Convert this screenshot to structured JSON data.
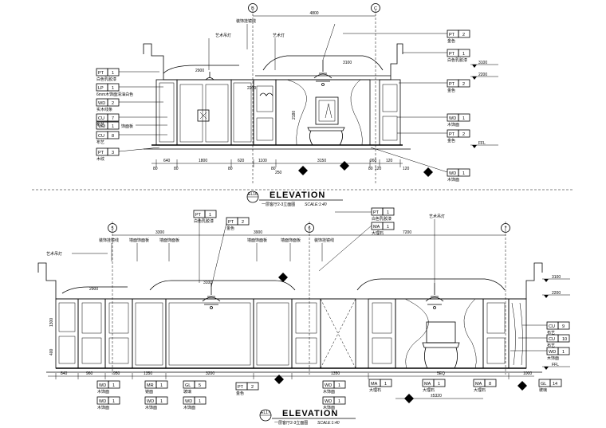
{
  "top": {
    "grid_markers": [
      "B",
      "C"
    ],
    "overall_dim": "4800",
    "top_labels": [
      "装饰挂镜线",
      "艺术吊灯",
      "艺术灯"
    ],
    "heights": [
      "2900",
      "3100",
      "2200",
      "2180"
    ],
    "bottom_dims": [
      "640",
      "1800",
      "620",
      "1100",
      "3150",
      "260",
      "120"
    ],
    "bottom_dims2": [
      "80",
      "80",
      "80",
      "80",
      "250",
      "80",
      "120",
      "120"
    ],
    "left_tags": [
      {
        "code": "PT",
        "num": "1",
        "desc": "白色乳胶漆"
      },
      {
        "code": "LP",
        "num": "1",
        "desc": "6mm木饰面清油白色"
      },
      {
        "code": "WD",
        "num": "2",
        "desc": "实木线条"
      },
      {
        "code": "CU",
        "num": "7",
        "desc": "布艺"
      },
      {
        "code": "WD",
        "num": "1",
        "desc": "饰面板"
      },
      {
        "code": "CU",
        "num": "8",
        "desc": "布艺"
      },
      {
        "code": "PT",
        "num": "3",
        "desc": "木纹"
      }
    ],
    "right_tags": [
      {
        "code": "PT",
        "num": "2",
        "desc": "金色"
      },
      {
        "code": "PT",
        "num": "1",
        "desc": "白色乳胶漆"
      },
      {
        "code": "PT",
        "num": "2",
        "desc": "金色"
      },
      {
        "code": "WD",
        "num": "1",
        "desc": "木饰面"
      },
      {
        "code": "PT",
        "num": "2",
        "desc": "金色"
      },
      {
        "code": "WD",
        "num": "1",
        "desc": "木饰面"
      }
    ],
    "level_marks": [
      "3100",
      "2200",
      "FFL"
    ],
    "title": "ELEVATION",
    "subtitle": "一层客厅2-3立面图",
    "scale": "SCALE:1:40",
    "ref": "EL16"
  },
  "bottom": {
    "grid_markers": [
      "5",
      "6",
      "7"
    ],
    "overall_dims": [
      "3300",
      "3900",
      "7200"
    ],
    "top_labels": [
      "装饰挂镜线",
      "墙面饰面板",
      "墙面饰面板",
      "墙面饰面板",
      "墙面饰面板",
      "装饰挂镜线",
      "艺术吊灯"
    ],
    "left_note": "艺术吊灯",
    "top_tags": [
      {
        "code": "PT",
        "num": "1",
        "desc": "白色乳胶漆"
      },
      {
        "code": "PT",
        "num": "2",
        "desc": "金色"
      },
      {
        "code": "PT",
        "num": "1",
        "desc": "白色乳胶漆"
      },
      {
        "code": "MA",
        "num": "1",
        "desc": "大理石"
      }
    ],
    "heights": [
      "2900",
      "3100",
      "1300",
      "400"
    ],
    "bottom_dims": [
      "840",
      "960",
      "950",
      "1350",
      "3200",
      "1350",
      "5EQ",
      "1000"
    ],
    "bottom_tags": [
      {
        "code": "WD",
        "num": "1",
        "desc": "木饰面"
      },
      {
        "code": "WD",
        "num": "1",
        "desc": "木饰面"
      },
      {
        "code": "MR",
        "num": "1",
        "desc": "镜面"
      },
      {
        "code": "WD",
        "num": "1",
        "desc": "木饰面"
      },
      {
        "code": "GL",
        "num": "5",
        "desc": "玻璃"
      },
      {
        "code": "WD",
        "num": "1",
        "desc": "木饰面"
      },
      {
        "code": "PT",
        "num": "2",
        "desc": "金色"
      },
      {
        "code": "WD",
        "num": "1",
        "desc": "木饰面"
      },
      {
        "code": "WD",
        "num": "1",
        "desc": "木饰面"
      },
      {
        "code": "MA",
        "num": "1",
        "desc": "大理石"
      },
      {
        "code": "MA",
        "num": "1",
        "desc": "大理石"
      },
      {
        "code": "MA",
        "num": "8",
        "desc": "大理石"
      },
      {
        "code": "GL",
        "num": "14",
        "desc": "玻璃"
      }
    ],
    "right_tags": [
      {
        "code": "CU",
        "num": "9",
        "desc": "布艺"
      },
      {
        "code": "CU",
        "num": "10",
        "desc": "布艺"
      },
      {
        "code": "WD",
        "num": "1",
        "desc": "木饰面"
      }
    ],
    "level_marks": [
      "3100",
      "2200",
      "FFL"
    ],
    "total_dim": "±5320",
    "title": "ELEVATION",
    "subtitle": "一层客厅2-3立面图",
    "scale": "SCALE:1:40",
    "ref": "EL17"
  }
}
